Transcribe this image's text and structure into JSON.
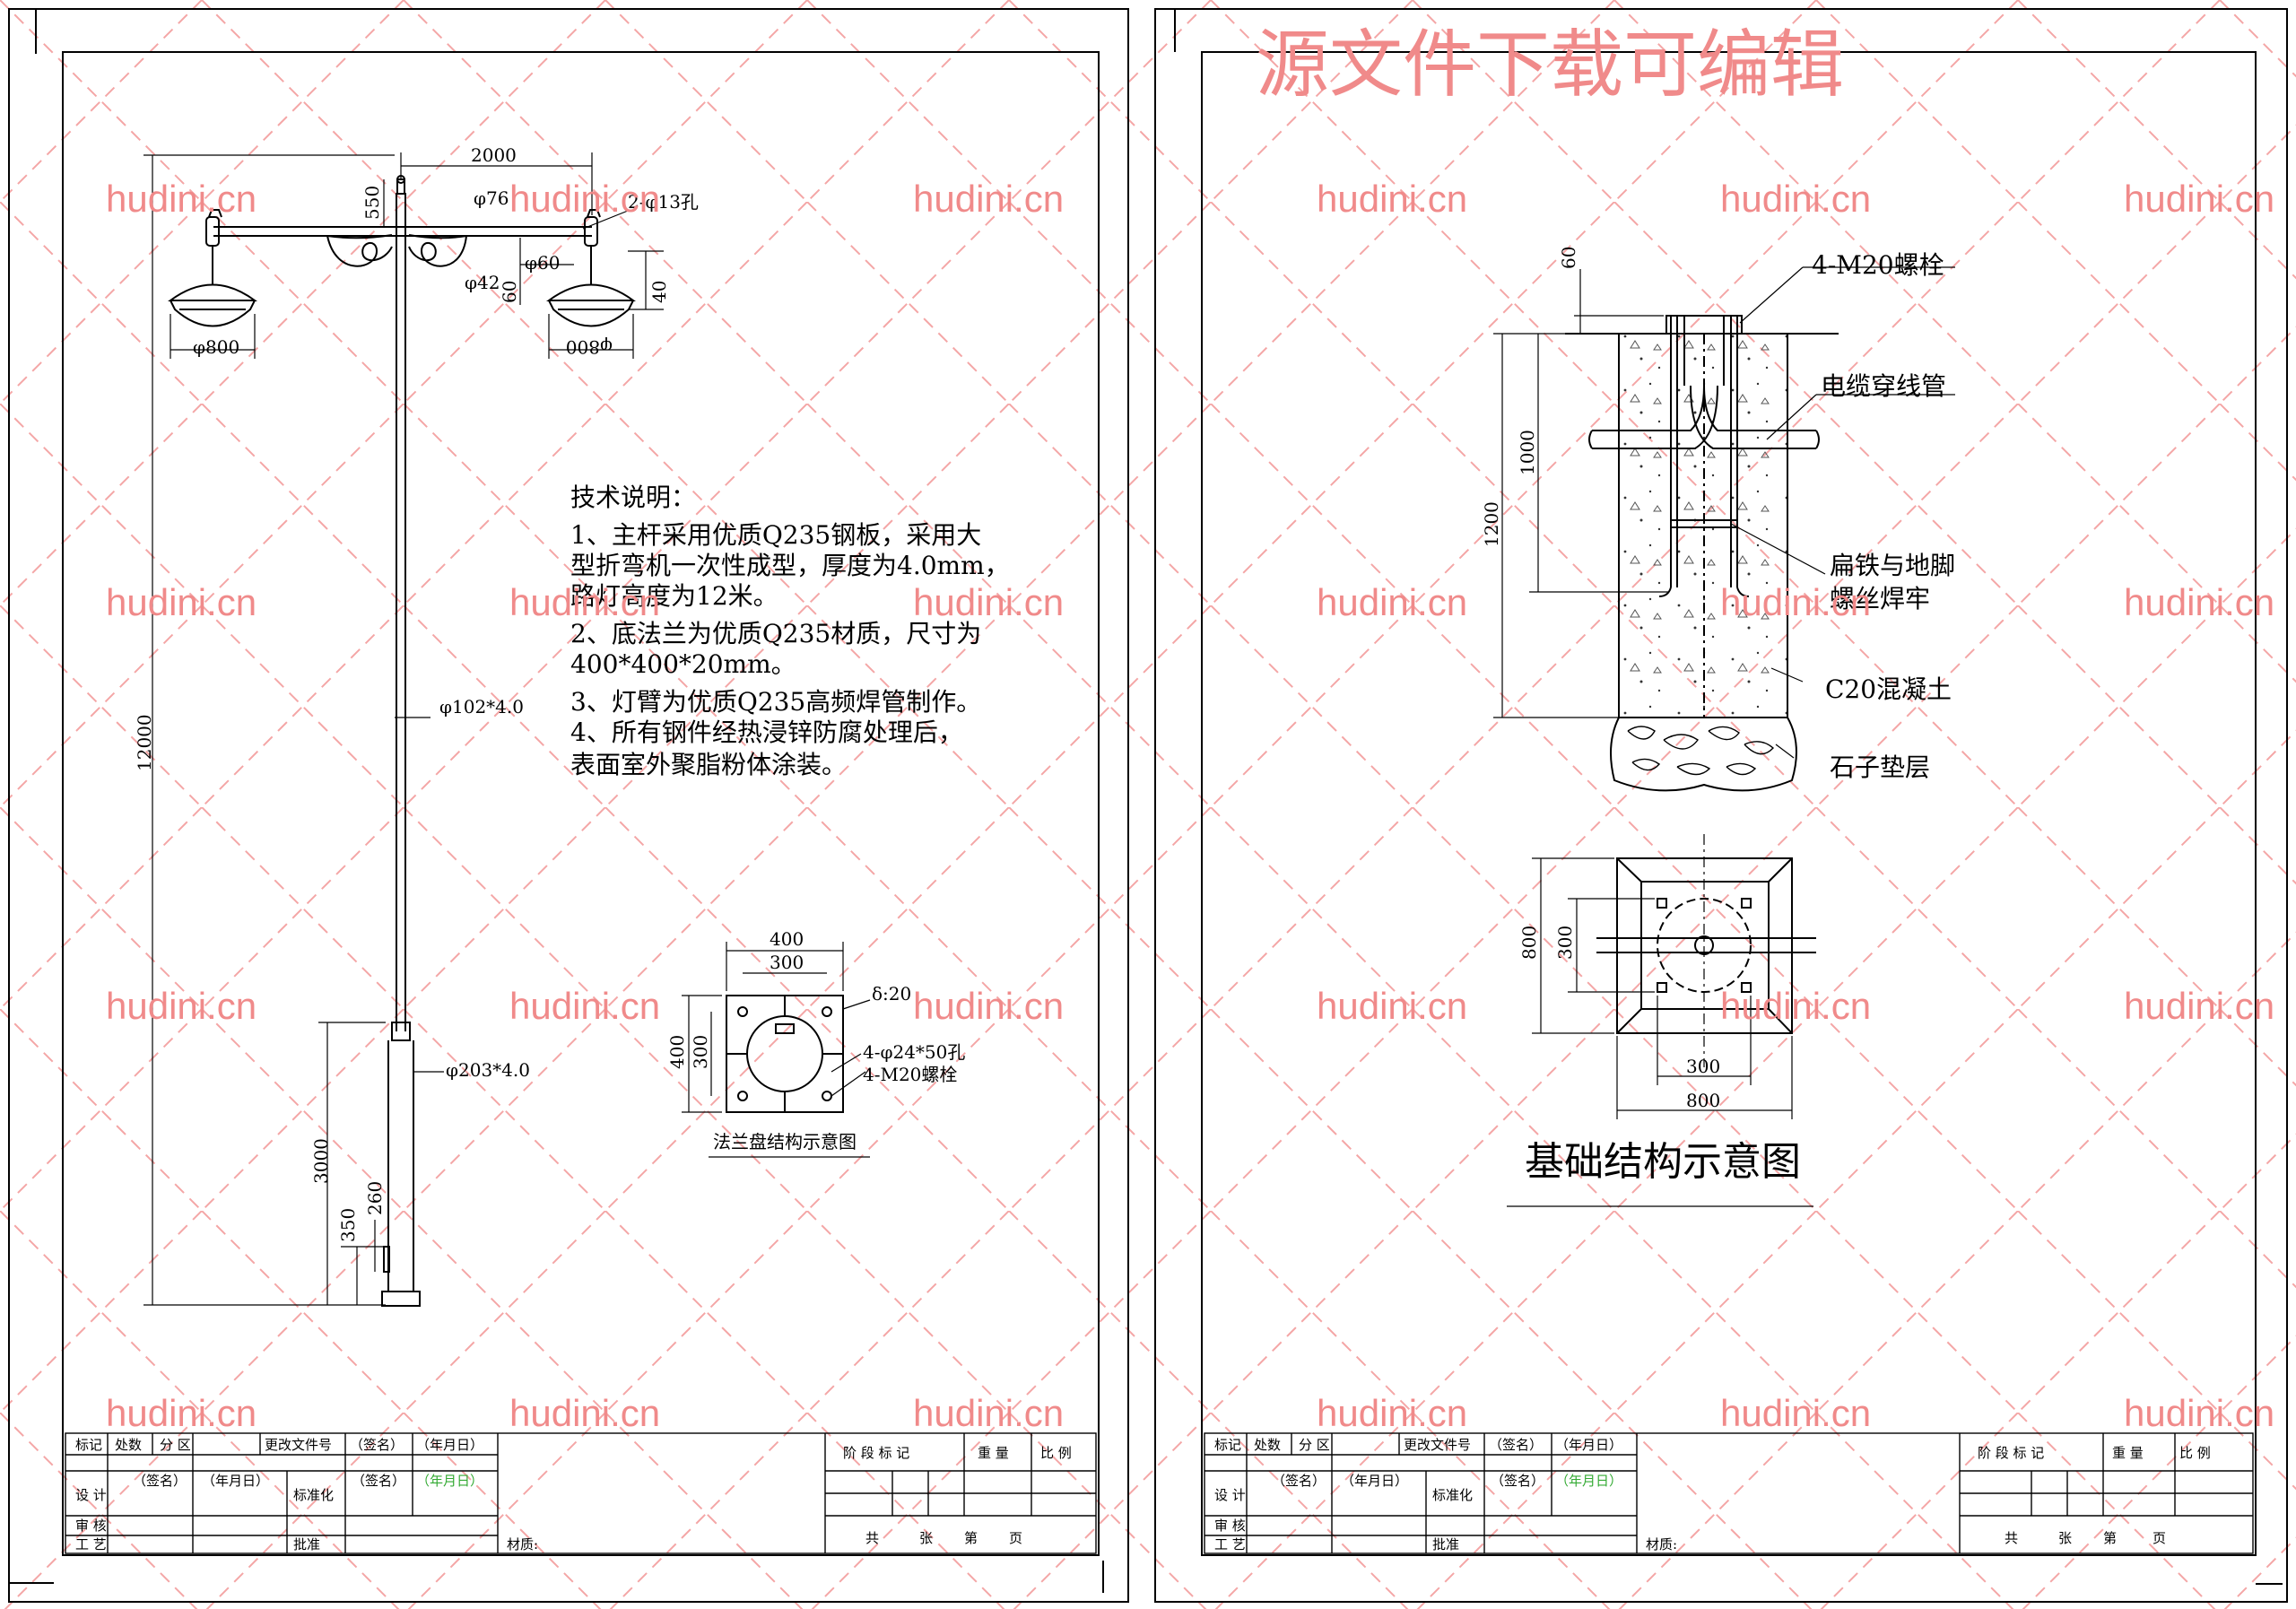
{
  "watermark_top": "源文件下载可编辑",
  "watermark_text": "hudini.cn",
  "left_sheet": {
    "dims": {
      "arm_span": "2000",
      "top_height": "550",
      "arm_dia": "φ76",
      "holes": "2-φ13孔",
      "lamp_dia_left": "φ800",
      "lamp_dia_right": "φ800",
      "curl_dia": "φ42",
      "socket_dia": "φ60",
      "h60": "60",
      "h40": "40",
      "total_height": "12000",
      "upper_pole": "φ102*4.0",
      "lower_pole": "φ203*4.0",
      "base_height": "3000",
      "door_h": "350",
      "door_w": "260"
    },
    "notes_title": "技术说明：",
    "notes": [
      "1、主杆采用优质Q235钢板，采用大",
      "型折弯机一次性成型，厚度为4.0mm，",
      "路灯高度为12米。",
      "2、底法兰为优质Q235材质，尺寸为",
      "400*400*20mm。",
      "3、灯臂为优质Q235高频焊管制作。",
      "4、所有钢件经热浸锌防腐处理后，",
      "表面室外聚脂粉体涂装。"
    ],
    "flange": {
      "w_outer": "400",
      "w_inner": "300",
      "h_outer": "400",
      "h_inner": "300",
      "thickness": "δ:20",
      "holes": "4-φ24*50孔",
      "bolts": "4-M20螺栓",
      "caption": "法兰盘结构示意图"
    }
  },
  "right_sheet": {
    "labels": {
      "bolts": "4-M20螺栓",
      "conduit": "电缆穿线管",
      "weld1": "扁铁与地脚",
      "weld2": "螺丝焊牢",
      "concrete": "C20混凝土",
      "gravel": "石子垫层"
    },
    "dims": {
      "d60": "60",
      "d1000": "1000",
      "d1200": "1200",
      "p800v": "800",
      "p300v": "300",
      "p300h": "300",
      "p800h": "800"
    },
    "title": "基础结构示意图"
  },
  "title_block": {
    "r1": [
      "标记",
      "处数",
      "分 区",
      "更改文件号",
      "（签名）",
      "（年月日）"
    ],
    "r2": [
      "设 计",
      "（签名）",
      "（年月日）",
      "标准化",
      "（签名）",
      "（年月日）"
    ],
    "r3": [
      "审 核"
    ],
    "r4": [
      "工 艺",
      "批准"
    ],
    "material": "材质:",
    "stage": "阶 段 标 记",
    "weight": "重 量",
    "scale": "比 例",
    "sheets_total": "共",
    "sheets_zhang": "张",
    "sheets_di": "第",
    "sheets_page": "页"
  }
}
